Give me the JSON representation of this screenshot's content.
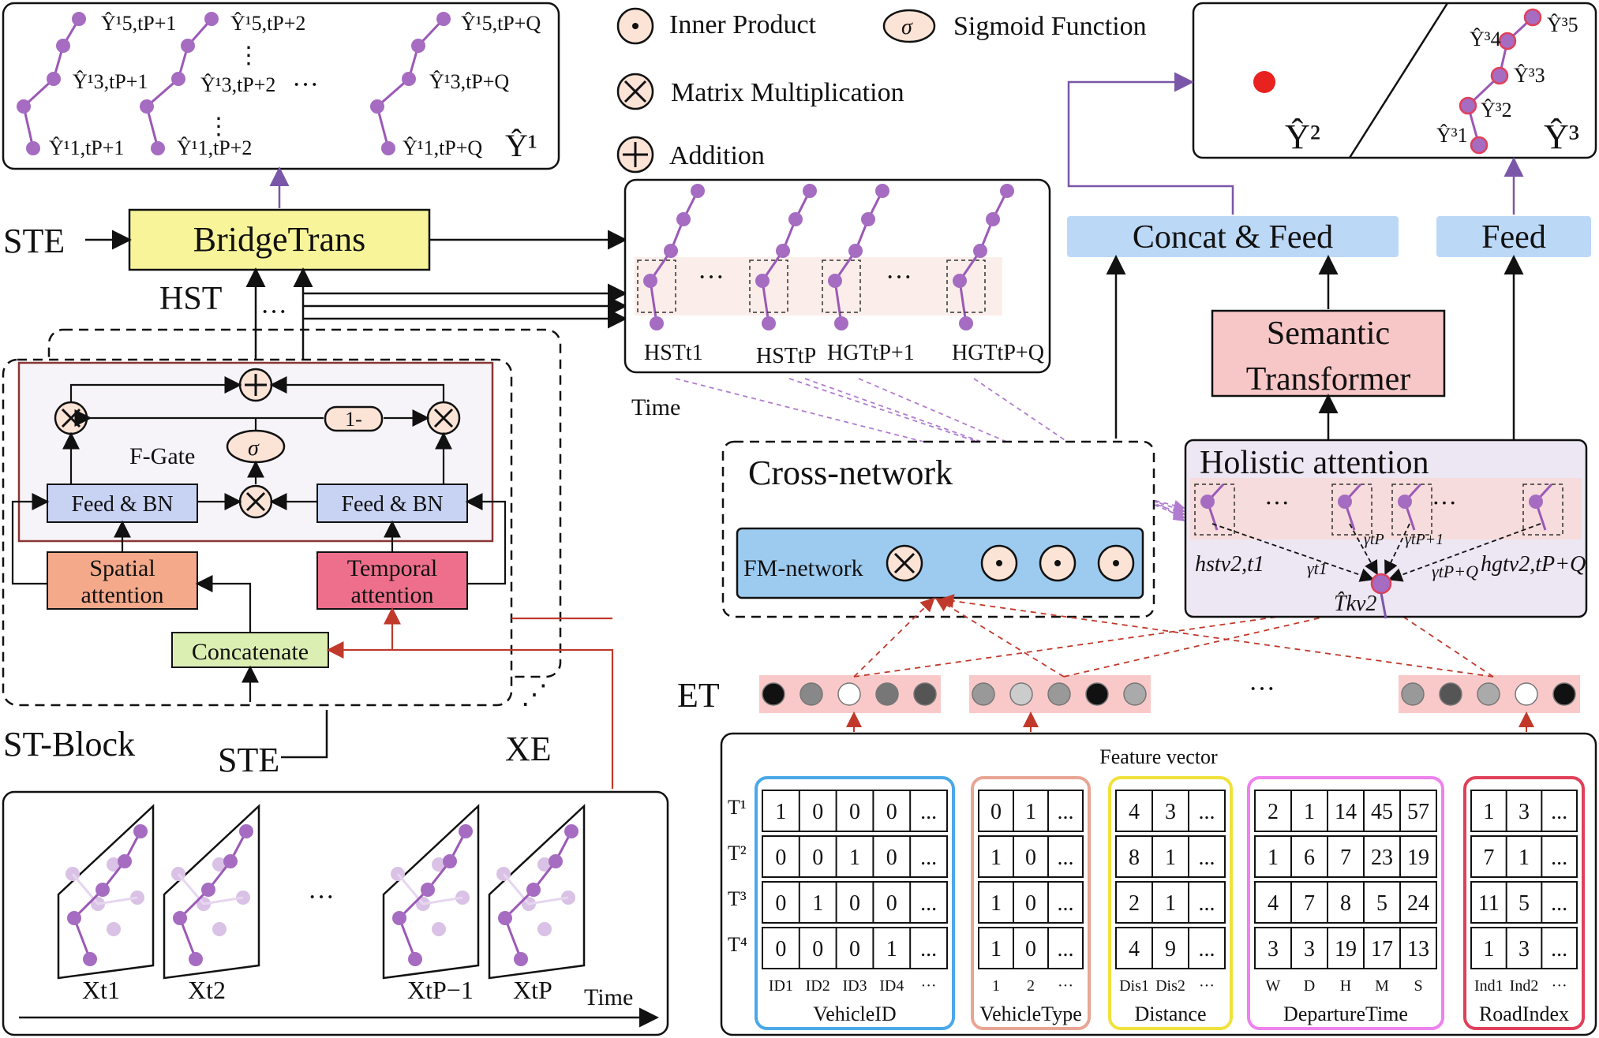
{
  "legend": {
    "inner_product": "Inner Product",
    "matrix_multiplication": "Matrix Multiplication",
    "addition": "Addition",
    "sigmoid": "Sigmoid Function",
    "sigma_symbol": "σ"
  },
  "top_output": {
    "labels": {
      "y5_p1": "Ŷ¹5,tP+1",
      "y3_p1": "Ŷ¹3,tP+1",
      "y1_p1": "Ŷ¹1,tP+1",
      "y5_p2": "Ŷ¹5,tP+2",
      "y3_p2": "Ŷ¹3,tP+2",
      "y1_p2": "Ŷ¹1,tP+2",
      "y5_pq": "Ŷ¹5,tP+Q",
      "y3_pq": "Ŷ¹3,tP+Q",
      "y1_pq": "Ŷ¹1,tP+Q",
      "vdots": "⋮",
      "hdots": "···",
      "box_label": "Ŷ¹"
    }
  },
  "bridge": {
    "label": "BridgeTrans",
    "ste_left": "STE",
    "hst": "HST",
    "dots": "···"
  },
  "st_block": {
    "title": "ST-Block",
    "fgate": "F-Gate",
    "feed_bn_left": "Feed & BN",
    "feed_bn_right": "Feed & BN",
    "one_minus": "1-",
    "sigma": "σ",
    "spatial_line1": "Spatial",
    "spatial_line2": "attention",
    "temporal_line1": "Temporal",
    "temporal_line2": "attention",
    "concatenate": "Concatenate",
    "ste_bottom": "STE",
    "xe": "XE",
    "corner_dots": "⋰"
  },
  "input_panel": {
    "labels": [
      "Xt1",
      "Xt2",
      "XtP−1",
      "XtP"
    ],
    "dots": "···",
    "time": "Time"
  },
  "mid_panel": {
    "labels": [
      "HSTt1",
      "HSTtP",
      "HGTtP+1",
      "HGTtP+Q"
    ],
    "dots": "···",
    "time": "Time"
  },
  "cross_network": {
    "title": "Cross-network",
    "fm": "FM-network"
  },
  "et": {
    "label": "ET",
    "dots": "···"
  },
  "et_colors": [
    [
      "#111111",
      "#888888",
      "#ffffff",
      "#777777",
      "#555555"
    ],
    [
      "#999999",
      "#cccccc",
      "#999999",
      "#111111",
      "#aaaaaa"
    ],
    [
      "#999999",
      "#555555",
      "#aaaaaa",
      "#ffffff",
      "#111111"
    ]
  ],
  "right_top": {
    "concat_feed": "Concat & Feed",
    "feed": "Feed",
    "y2": "Ŷ²",
    "y3": "Ŷ³",
    "node_labels": [
      "Ŷ³5",
      "Ŷ³4",
      "Ŷ³3",
      "Ŷ³2",
      "Ŷ³1"
    ]
  },
  "semantic": {
    "line1": "Semantic",
    "line2": "Transformer"
  },
  "holistic": {
    "title": "Holistic attention",
    "hst": "hstv2,t1",
    "hgt": "hgtv2,tP+Q",
    "gamma_t1": "γt1",
    "gamma_tp": "γtP",
    "gamma_tp1": "γtP+1",
    "gamma_tpq": "γtP+Q",
    "target": "T̂kv2",
    "dots": "···"
  },
  "feature": {
    "title": "Feature vector",
    "rows": [
      "T¹",
      "T²",
      "T³",
      "T⁴"
    ],
    "groups": [
      {
        "name": "VehicleID",
        "color": "#4aa8e8",
        "headers": [
          "ID1",
          "ID2",
          "ID3",
          "ID4",
          "···"
        ],
        "cells": [
          [
            "1",
            "0",
            "0",
            "0",
            "..."
          ],
          [
            "0",
            "0",
            "1",
            "0",
            "..."
          ],
          [
            "0",
            "1",
            "0",
            "0",
            "..."
          ],
          [
            "0",
            "0",
            "0",
            "1",
            "..."
          ]
        ]
      },
      {
        "name": "VehicleType",
        "color": "#e8a594",
        "headers": [
          "1",
          "2",
          "···"
        ],
        "cells": [
          [
            "0",
            "1",
            "..."
          ],
          [
            "1",
            "0",
            "..."
          ],
          [
            "1",
            "0",
            "..."
          ],
          [
            "1",
            "0",
            "..."
          ]
        ]
      },
      {
        "name": "Distance",
        "color": "#f0e23c",
        "headers": [
          "Dis1",
          "Dis2",
          "···"
        ],
        "cells": [
          [
            "4",
            "3",
            "..."
          ],
          [
            "8",
            "1",
            "..."
          ],
          [
            "2",
            "1",
            "..."
          ],
          [
            "4",
            "9",
            "..."
          ]
        ]
      },
      {
        "name": "DepartureTime",
        "color": "#ee82ee",
        "headers": [
          "W",
          "D",
          "H",
          "M",
          "S"
        ],
        "cells": [
          [
            "2",
            "1",
            "14",
            "45",
            "57"
          ],
          [
            "1",
            "6",
            "7",
            "23",
            "19"
          ],
          [
            "4",
            "7",
            "8",
            "5",
            "24"
          ],
          [
            "3",
            "3",
            "19",
            "17",
            "13"
          ]
        ]
      },
      {
        "name": "RoadIndex",
        "color": "#e0405a",
        "headers": [
          "Ind1",
          "Ind2",
          "···"
        ],
        "cells": [
          [
            "1",
            "3",
            "..."
          ],
          [
            "7",
            "1",
            "..."
          ],
          [
            "11",
            "5",
            "..."
          ],
          [
            "1",
            "3",
            "..."
          ]
        ]
      }
    ]
  }
}
